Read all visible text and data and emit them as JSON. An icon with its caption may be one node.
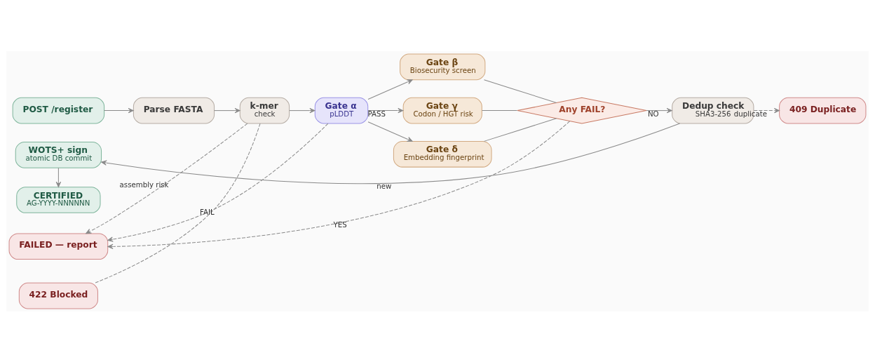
{
  "diagram": {
    "nodes": [
      {
        "text": [
          "POST /register"
        ]
      },
      {
        "text": [
          "Parse FASTA"
        ]
      },
      {
        "text": [
          "k-mer",
          "check"
        ]
      },
      {
        "text": [
          "Gate α",
          "pLDDT"
        ]
      },
      {
        "text": [
          "Gate β",
          "Biosecurity screen"
        ]
      },
      {
        "text": [
          "Gate γ",
          "Codon / HGT risk"
        ]
      },
      {
        "text": [
          "Gate δ",
          "Embedding fingerprint"
        ]
      },
      {
        "text": [
          "Any FAIL?"
        ]
      },
      {
        "text": [
          "Dedup check",
          "SHA3-256"
        ]
      },
      {
        "text": [
          "409 Duplicate"
        ]
      },
      {
        "text": [
          "FAILED — report"
        ]
      },
      {
        "text": [
          "422 Blocked"
        ]
      },
      {
        "text": [
          "CERTIFIED",
          "AG-YYYY-NNNNNN"
        ]
      },
      {
        "text": [
          "WOTS+ sign",
          "atomic DB commit"
        ]
      }
    ],
    "edges": [
      {
        "from": 0,
        "to": 1,
        "arrow": "to"
      },
      {
        "from": 1,
        "to": 2,
        "arrow": "to"
      },
      {
        "from": 2,
        "to": 3,
        "arrow": "to"
      },
      {
        "from": 3,
        "to": 4,
        "arrow": "to"
      },
      {
        "from": 3,
        "to": 5,
        "arrow": "to",
        "label": "PASS"
      },
      {
        "from": 3,
        "to": 6,
        "arrow": "to"
      },
      {
        "from": 4,
        "to": 7,
        "arrow": "none"
      },
      {
        "from": 5,
        "to": 7,
        "arrow": "none"
      },
      {
        "from": 6,
        "to": 7,
        "arrow": "none"
      },
      {
        "from": 7,
        "to": 8,
        "arrow": "to",
        "label": "NO"
      },
      {
        "from": 8,
        "to": 9,
        "arrow": "to",
        "label": "duplicate",
        "style": "dashed"
      },
      {
        "from": 8,
        "to": 13,
        "arrow": "to",
        "label": "new"
      },
      {
        "from": 13,
        "to": 12,
        "arrow": "to"
      },
      {
        "from": 2,
        "to": 10,
        "arrow": "to",
        "label": "assembly risk",
        "style": "dashed"
      },
      {
        "from": 2,
        "to": 11,
        "arrow": "none",
        "style": "dashed"
      },
      {
        "from": 3,
        "to": 10,
        "arrow": "to",
        "label": "FAIL",
        "style": "dashed"
      },
      {
        "from": 7,
        "to": 10,
        "arrow": "to",
        "label": "YES",
        "style": "dashed"
      }
    ]
  }
}
